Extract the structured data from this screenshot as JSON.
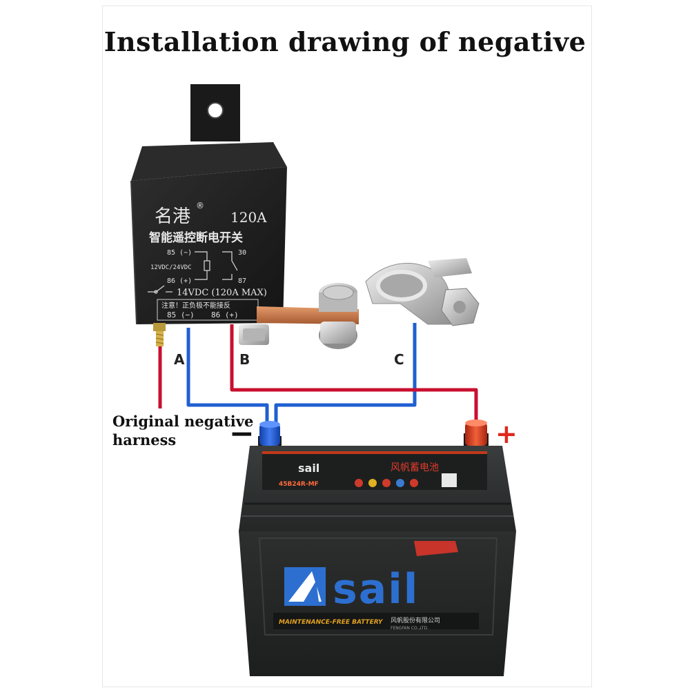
{
  "title": "Installation drawing of negative",
  "relay": {
    "brand": "名港",
    "registered": "®",
    "rating": "120A",
    "product_name": "智能遥控断电开关",
    "pin_85_minus": "85 (−)",
    "pin_30": "30",
    "voltage": "12VDC/24VDC",
    "pin_86_plus": "86 (+)",
    "pin_87": "87",
    "spec": "14VDC (120A MAX)",
    "warning": "注意！正负极不能接反",
    "terminal_85": "85 (−)",
    "terminal_86": "86 (+)"
  },
  "wire_labels": {
    "a": "A",
    "b": "B",
    "c": "C"
  },
  "harness_label": {
    "line1": "Original negative",
    "line2": "harness"
  },
  "polarity": {
    "negative": "−",
    "positive": "+"
  },
  "battery": {
    "brand_small": "sail",
    "model": "45B24R-MF",
    "brand_cn": "风帆蓄电池",
    "brand": "sail",
    "maintenance": "MAINTENANCE-FREE BATTERY",
    "maker": "风帆股份有限公司",
    "maker_en": "FENGFAN CO.,LTD."
  },
  "colors": {
    "wire_red": "#c8102e",
    "wire_blue": "#1f5fd1",
    "relay_body": "#1e1e1e",
    "battery_body": "#2a2c2c",
    "brand_blue": "#2d6fd0",
    "plus_red": "#e0281e"
  }
}
